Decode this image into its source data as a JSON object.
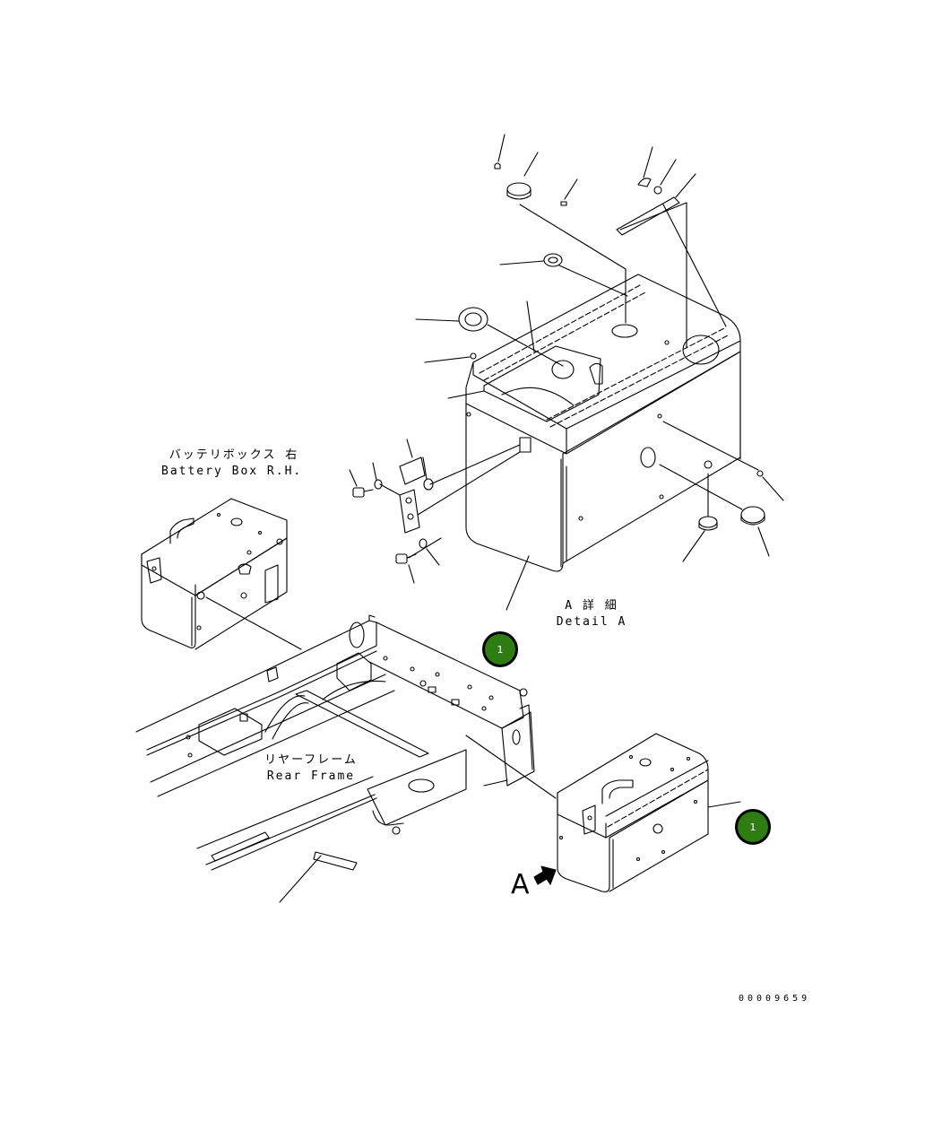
{
  "labels": {
    "battery_box_jp": "バッテリボックス 右",
    "battery_box_en": "Battery Box R.H.",
    "detail_a_jp": "A 詳 細",
    "detail_a_en": "Detail A",
    "rear_frame_jp": "リヤーフレーム",
    "rear_frame_en": "Rear Frame",
    "view_arrow_letter": "A"
  },
  "callouts": [
    {
      "text": "1"
    },
    {
      "text": "1"
    }
  ],
  "drawing_number": "00009659",
  "colors": {
    "line": "#000000",
    "callout_fill": "#2e7d12",
    "callout_border": "#000000",
    "background": "#ffffff"
  }
}
